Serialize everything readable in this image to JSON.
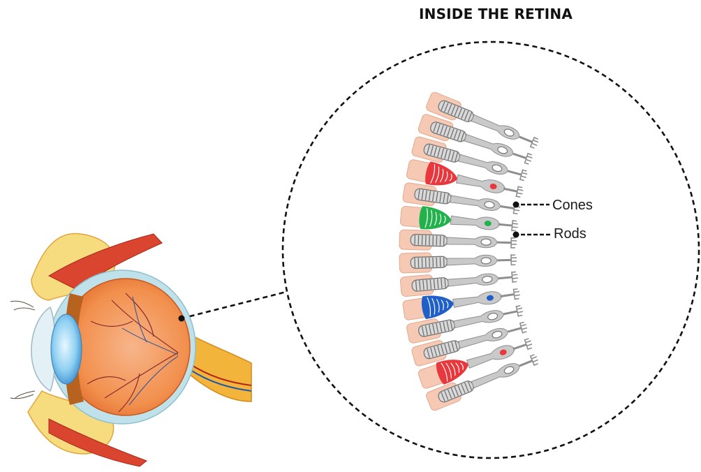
{
  "title": "INSIDE THE RETINA",
  "labels": {
    "cones": "Cones",
    "rods": "Rods"
  },
  "colors": {
    "cone_red": "#e8383e",
    "cone_green": "#22b24c",
    "cone_blue": "#1f5fc8",
    "rod_gray": "#8e8e8e",
    "pigment_pink": "#f5c9b3",
    "eye_orange": "#f08a3c",
    "sclera_blue": "#bfe2ea",
    "optic_nerve": "#f2b43a",
    "muscle_red": "#d9452e",
    "fat_yellow": "#f6dc7e"
  },
  "cells": [
    {
      "type": "rod"
    },
    {
      "type": "rod"
    },
    {
      "type": "rod"
    },
    {
      "type": "cone",
      "color": "red"
    },
    {
      "type": "rod"
    },
    {
      "type": "cone",
      "color": "green"
    },
    {
      "type": "rod"
    },
    {
      "type": "rod"
    },
    {
      "type": "rod"
    },
    {
      "type": "cone",
      "color": "blue"
    },
    {
      "type": "rod"
    },
    {
      "type": "rod"
    },
    {
      "type": "cone",
      "color": "red"
    },
    {
      "type": "rod"
    }
  ]
}
